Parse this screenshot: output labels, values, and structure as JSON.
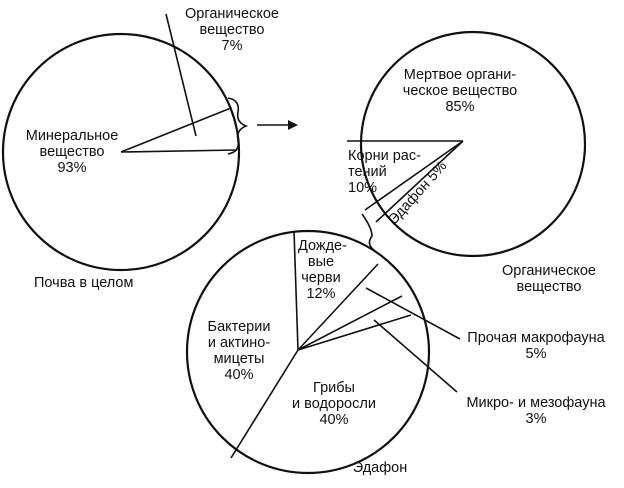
{
  "charts": {
    "soil": {
      "caption": "Почва в целом",
      "slices": [
        {
          "label": "Органическое\nвещество\n7%",
          "value": 7
        },
        {
          "label": "Минеральное\nвещество\n93%",
          "value": 93
        }
      ]
    },
    "organic": {
      "caption": "Органическое\nвещество",
      "slices": [
        {
          "label": "Мертвое органи-\nческое вещество\n85%",
          "value": 85
        },
        {
          "label": "Корни рас-\nтений\n10%",
          "value": 10
        },
        {
          "label": "Эдафон 5%",
          "value": 5
        }
      ]
    },
    "edaphon": {
      "caption": "Эдафон",
      "slices": [
        {
          "label": "Дожде-\nвые\nчерви\n12%",
          "value": 12
        },
        {
          "label": "Прочая макрофауна\n5%",
          "value": 5
        },
        {
          "label": "Микро- и мезофауна\n3%",
          "value": 3
        },
        {
          "label": "Грибы\nи водоросли\n40%",
          "value": 40
        },
        {
          "label": "Бактерии\nи актино-\nмицеты\n40%",
          "value": 40
        }
      ]
    }
  },
  "colors": {
    "ink": "#111111",
    "paper": "#ffffff"
  }
}
